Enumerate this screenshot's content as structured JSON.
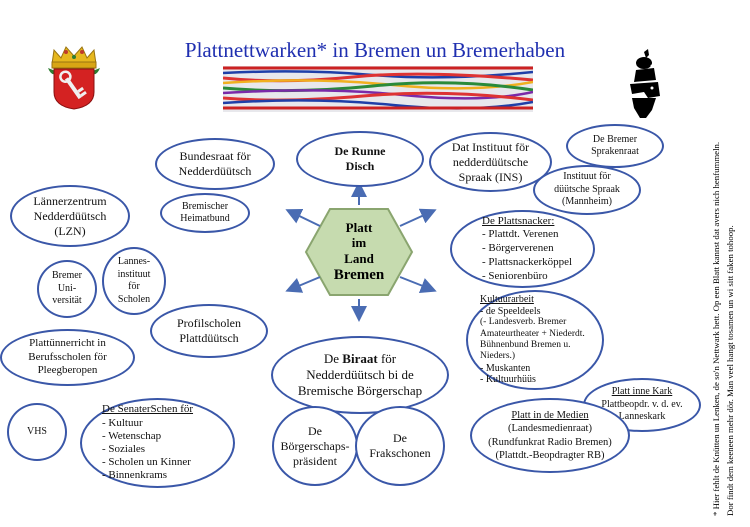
{
  "title": "Plattnettwarken* in Bremen un Bremerhaben",
  "colors": {
    "title": "#1f2fb0",
    "oval_border": "#3a57a8",
    "hexagon_fill": "#c6dbaf",
    "hexagon_border": "#8aa56f",
    "arrow": "#4a6cb3"
  },
  "center": {
    "line1": "Platt",
    "line2": "im",
    "line3": "Land",
    "line4": "Bremen"
  },
  "bubbles": {
    "runne_disch": {
      "line1": "De Runne",
      "line2": "Disch"
    },
    "bundesraat": {
      "line1": "Bundesraat för",
      "line2": "Nedderdüütsch"
    },
    "heimatbund": {
      "line1": "Bremischer",
      "line2": "Heimatbund"
    },
    "lzn": {
      "line1": "Lännerzentrum",
      "line2": "Nedderdüütsch",
      "line3": "(LZN)"
    },
    "uni": {
      "line1": "Bremer",
      "line2": "Uni-",
      "line3": "versität"
    },
    "lannesinstituut": {
      "line1": "Lannes-",
      "line2": "instituut",
      "line3": "för",
      "line4": "Scholen"
    },
    "profilscholen": {
      "line1": "Profilscholen",
      "line2": "Plattdüütsch"
    },
    "berufsscholen": {
      "line1": "Plattünnerricht in",
      "line2": "Berufsscholen för",
      "line3": "Pleegberopen"
    },
    "vhs": {
      "line1": "VHS"
    },
    "senater": {
      "heading": "De SenaterSchen för",
      "items": [
        "- Kultuur",
        "- Wetenschap",
        "- Soziales",
        "- Scholen un Kinner",
        "- Binnenkrams"
      ]
    },
    "biraat": {
      "line1_pre": "De ",
      "line1_bold": "Biraat",
      "line1_post": " för",
      "line2": "Nedderdüütsch bi de",
      "line3": "Bremische Börgerschap"
    },
    "praesident": {
      "line1": "De",
      "line2": "Börgerschaps-",
      "line3": "präsident"
    },
    "frakschonen": {
      "line1": "De",
      "line2": "Frakschonen"
    },
    "ins": {
      "line1": "Dat Instituut för",
      "line2": "nedderdüütsche",
      "line3": "Spraak (INS)"
    },
    "sprakenraat": {
      "line1": "De Bremer",
      "line2": "Sprakenraat"
    },
    "mannheim": {
      "line1": "Instituut för",
      "line2": "düütsche Spraak",
      "line3": "(Mannheim)"
    },
    "plattsnacker": {
      "heading": "De Plattsnacker:",
      "items": [
        "- Plattdt. Verenen",
        "- Börgerverenen",
        "- Plattsnackerköppel",
        "- Seniorenbüro"
      ]
    },
    "kultuurarbeit": {
      "heading": "Kultuurarbeit",
      "item1": "- de Speeldeels",
      "sub1": "(- Landesverb. Bremer",
      "sub2": "Amateurtheater + Niederdt.",
      "sub3": "Bühnenbund Bremen u.",
      "sub4": "Nieders.)",
      "item2": "- Muskanten",
      "item3": "- Kultuurhüüs"
    },
    "kark": {
      "heading": "Platt inne Kark",
      "line1": "Plattbeopdr. v. d. ev.",
      "line2": "Lanneskark"
    },
    "medien": {
      "heading": "Platt in de Medien",
      "line1": "(Landesmedienraat)",
      "line2": "(Rundfunkrat Radio Bremen)",
      "line3": "(Plattdt.-Beopdragter RB)"
    }
  },
  "footnote": {
    "line1": "* Hier fehlt de Knütten un Lenken, de so'n Nettwark hett.  Op een Blatt  kannst dat avers nich henfummeln.",
    "line2": "Dor findt dem keeneen mehr dör. Man veel hangt tosamen un wi sitt faken tohoop."
  }
}
